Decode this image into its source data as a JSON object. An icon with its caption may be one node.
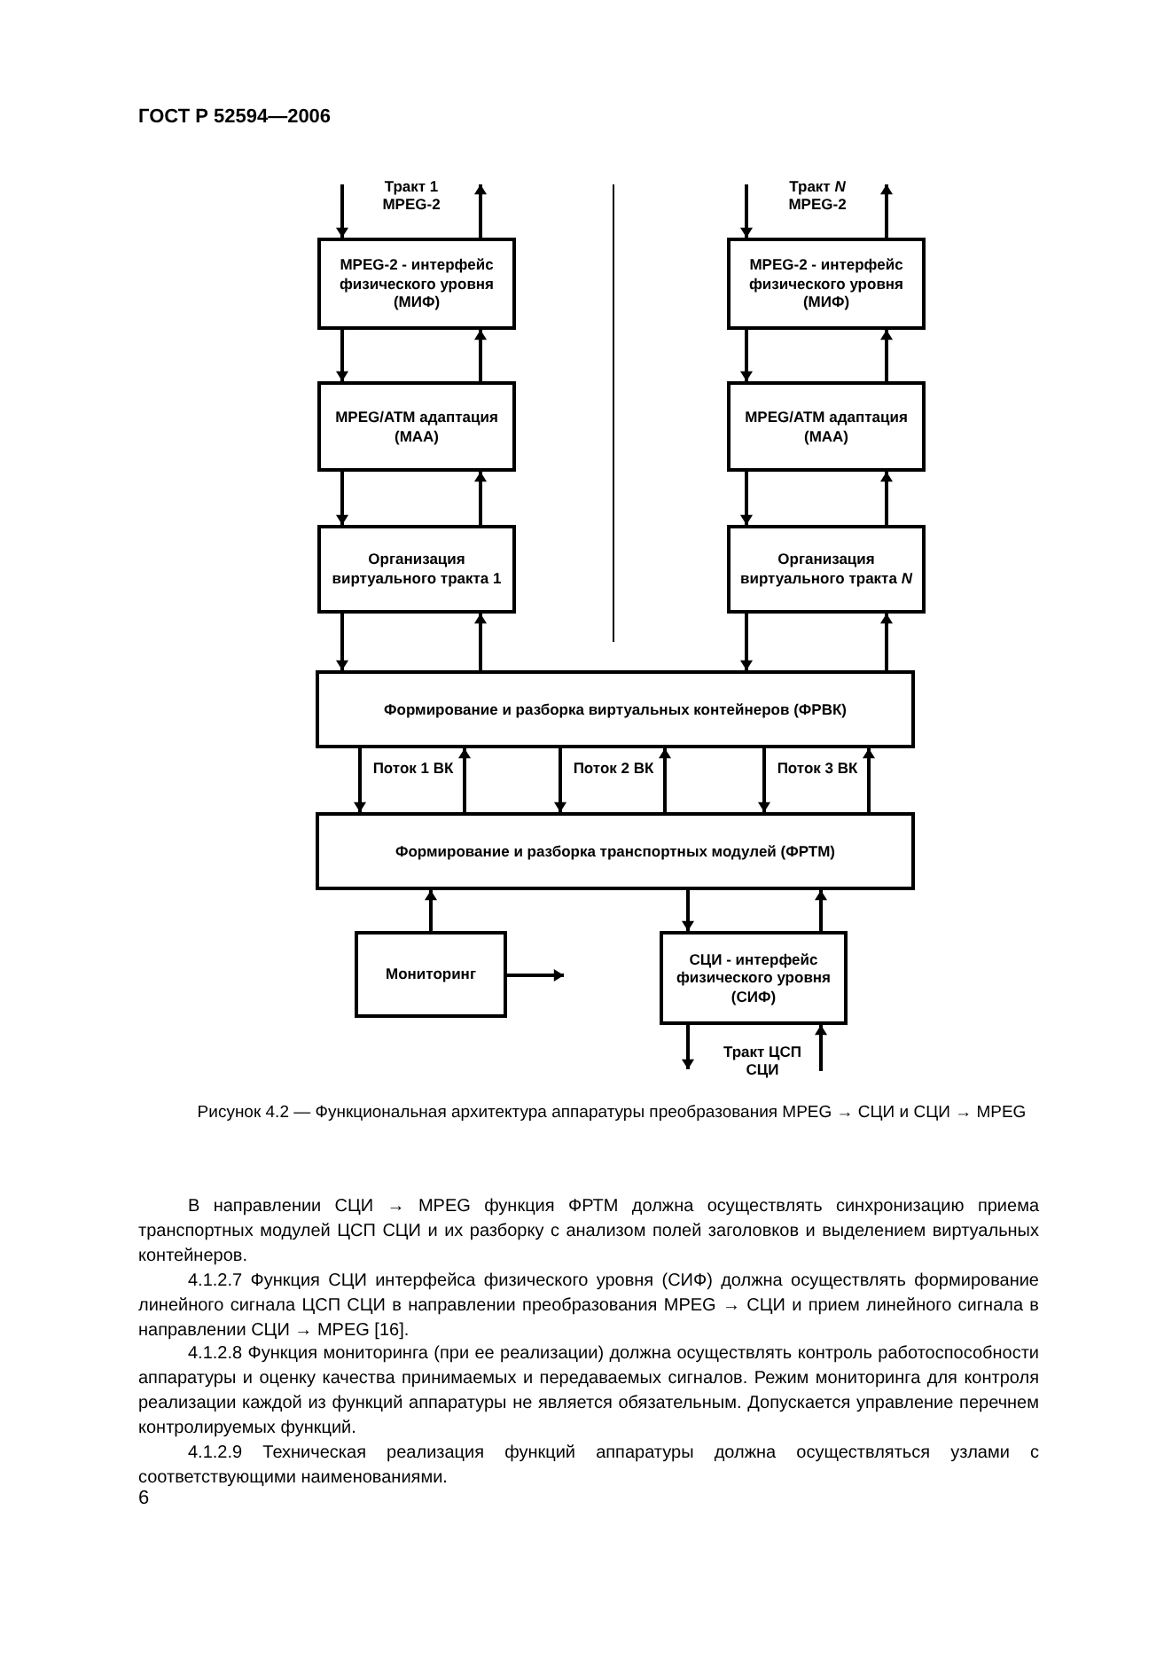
{
  "diagram": {
    "caption": "Рисунок 4.2 — Функциональная архитектура аппаратуры преобразования MPEG → СЦИ и СЦИ → MPEG",
    "nodes": [
      {
        "text": [
          "MPEG-2 - интерфейс физического уровня (МИФ)"
        ]
      },
      {
        "text": [
          "MPEG/ATM адаптация (МАА)"
        ]
      },
      {
        "text": [
          "Организация виртуального тракта 1"
        ]
      },
      {
        "text": [
          "MPEG-2 - интерфейс физического уровня (МИФ)"
        ]
      },
      {
        "text": [
          "MPEG/ATM адаптация (МАА)"
        ]
      },
      {
        "text": [
          "Организация виртуального тракта *N*"
        ]
      },
      {
        "text": [
          "Формирование и разборка виртуальных контейнеров (ФРВК)"
        ]
      },
      {
        "text": [
          "Формирование и разборка транспортных модулей (ФРТМ)"
        ]
      },
      {
        "text": [
          "Мониторинг"
        ]
      },
      {
        "text": [
          "СЦИ - интерфейс физического уровня (СИФ)"
        ]
      }
    ],
    "edges": [
      {
        "from": null,
        "to": 0,
        "arrow": "to"
      },
      {
        "from": 0,
        "to": null,
        "arrow": "to"
      },
      {
        "from": 0,
        "to": 1,
        "arrow": "to"
      },
      {
        "from": 1,
        "to": 0,
        "arrow": "to"
      },
      {
        "from": 1,
        "to": 2,
        "arrow": "to"
      },
      {
        "from": 2,
        "to": 1,
        "arrow": "to"
      },
      {
        "from": 2,
        "to": 6,
        "arrow": "to"
      },
      {
        "from": 6,
        "to": 2,
        "arrow": "to"
      },
      {
        "from": null,
        "to": 3,
        "arrow": "to"
      },
      {
        "from": 3,
        "to": null,
        "arrow": "to"
      },
      {
        "from": 3,
        "to": 4,
        "arrow": "to"
      },
      {
        "from": 4,
        "to": 3,
        "arrow": "to"
      },
      {
        "from": 4,
        "to": 5,
        "arrow": "to"
      },
      {
        "from": 5,
        "to": 4,
        "arrow": "to"
      },
      {
        "from": 5,
        "to": 6,
        "arrow": "to"
      },
      {
        "from": 6,
        "to": 5,
        "arrow": "to"
      },
      {
        "from": 6,
        "to": 7,
        "arrow": "to"
      },
      {
        "from": 7,
        "to": 6,
        "arrow": "to"
      },
      {
        "from": 6,
        "to": 7,
        "arrow": "to"
      },
      {
        "from": 7,
        "to": 6,
        "arrow": "to"
      },
      {
        "from": 6,
        "to": 7,
        "arrow": "to"
      },
      {
        "from": 7,
        "to": 6,
        "arrow": "to"
      },
      {
        "from": 8,
        "to": 7,
        "arrow": "to"
      },
      {
        "from": 8,
        "to": null,
        "arrow": "to"
      },
      {
        "from": 7,
        "to": 9,
        "arrow": "to"
      },
      {
        "from": 9,
        "to": 7,
        "arrow": "to"
      },
      {
        "from": 9,
        "to": null,
        "arrow": "to"
      },
      {
        "from": null,
        "to": 9,
        "arrow": "to"
      }
    ],
    "labels": [
      "ГОСТ Р 52594—2006",
      "Тракт 1 MPEG-2",
      "Тракт *N* MPEG-2",
      "Поток 1 ВК",
      "Поток 2 ВК",
      "Поток 3 ВК",
      "Тракт ЦСП СЦИ",
      "В направлении СЦИ → MPEG функция ФРТМ должна осуществлять синхронизацию приема транспортных модулей ЦСП СЦИ и их разборку с анализом полей заголовков и выделением виртуальных контейнеров.",
      "4.1.2.7 Функция СЦИ интерфейса физического уровня (СИФ) должна осуществлять формирование линейного сигнала ЦСП СЦИ в направлении преобразования MPEG → СЦИ и прием линейного сигнала в направлении СЦИ → MPEG [16].",
      "4.1.2.8 Функция мониторинга (при ее реализации) должна осуществлять контроль работоспособности аппаратуры и оценку качества принимаемых и передаваемых сигналов. Режим мониторинга для контроля реализации каждой из функций аппаратуры не является обязательным. Допускается управление перечнем контролируемых функций.",
      "4.1.2.9 Техническая реализация функций аппаратуры должна осуществляться узлами с соответствующими наименованиями.",
      "6"
    ]
  }
}
